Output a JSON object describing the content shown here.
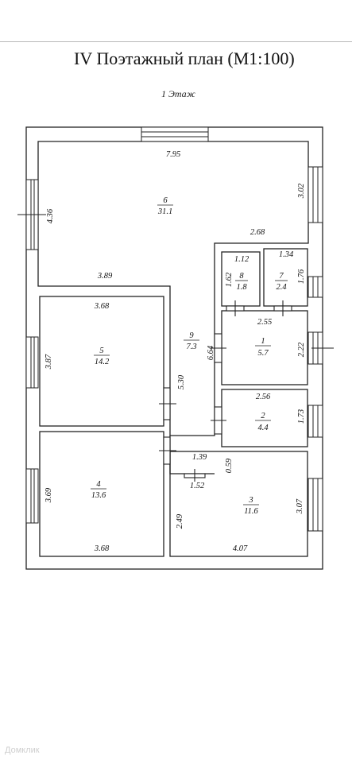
{
  "title": "IV Поэтажный план (М1:100)",
  "floor_label": "1 Этаж",
  "watermark": "Домклик",
  "rooms": [
    {
      "id": "room-6",
      "number": "6",
      "area": "31.1"
    },
    {
      "id": "room-5",
      "number": "5",
      "area": "14.2"
    },
    {
      "id": "room-4",
      "number": "4",
      "area": "13.6"
    },
    {
      "id": "room-9",
      "number": "9",
      "area": "7.3"
    },
    {
      "id": "room-8",
      "number": "8",
      "area": "1.8"
    },
    {
      "id": "room-7",
      "number": "7",
      "area": "2.4"
    },
    {
      "id": "room-1",
      "number": "1",
      "area": "5.7"
    },
    {
      "id": "room-2",
      "number": "2",
      "area": "4.4"
    },
    {
      "id": "room-3",
      "number": "3",
      "area": "11.6"
    }
  ],
  "dimensions": [
    "7.95",
    "4.36",
    "3.02",
    "2.68",
    "3.89",
    "1.12",
    "1.34",
    "1.62",
    "1.76",
    "3.68",
    "3.87",
    "2.55",
    "6.64",
    "2.22",
    "5.30",
    "2.56",
    "1.73",
    "1.39",
    "0.59",
    "3.69",
    "1.52",
    "3.07",
    "2.49",
    "3.68",
    "4.07"
  ]
}
